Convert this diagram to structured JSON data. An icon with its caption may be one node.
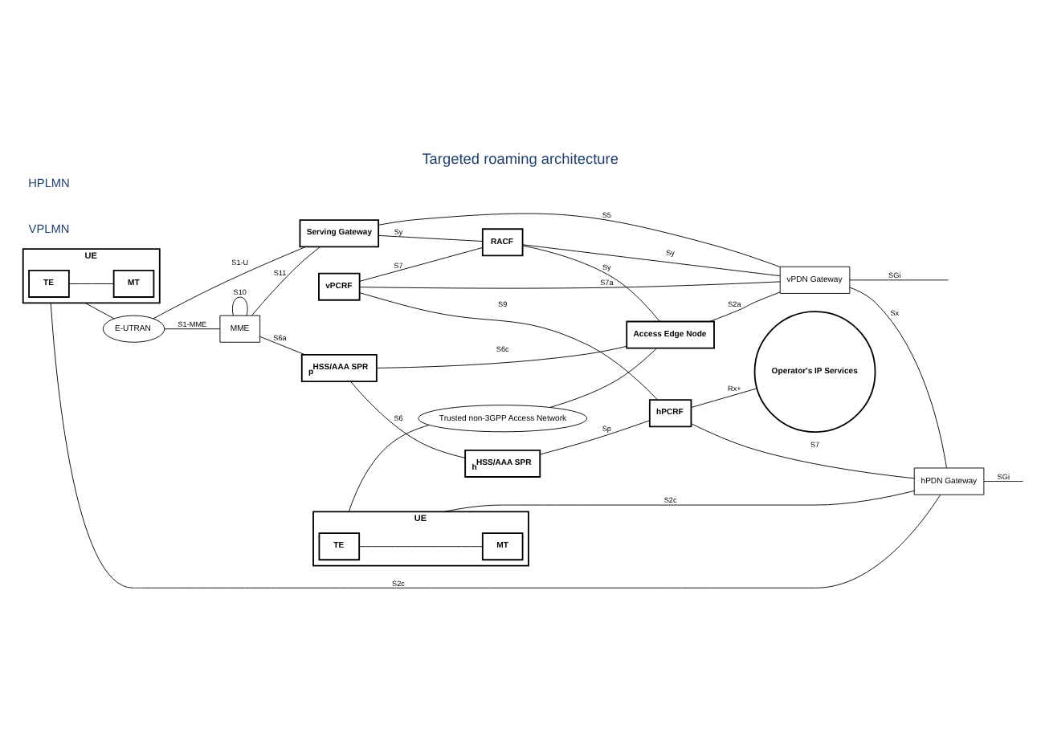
{
  "diagram": {
    "title": "Targeted roaming architecture",
    "nodes": [
      {
        "text": [
          "UE"
        ]
      },
      {
        "text": [
          "TE"
        ],
        "in": 0
      },
      {
        "text": [
          "MT"
        ],
        "in": 0
      },
      {
        "text": [
          "E-UTRAN"
        ]
      },
      {
        "text": [
          "MME"
        ]
      },
      {
        "text": [
          "$_{p}$HSS/AAA SPR"
        ]
      },
      {
        "text": [
          "$_{h}$HSS/AAA SPR"
        ]
      },
      {
        "text": [
          "Operator's IP Services"
        ]
      },
      {
        "text": [
          "Serving Gateway"
        ]
      },
      {
        "text": [
          "vPCRF"
        ]
      },
      {
        "text": [
          "hPCRF"
        ]
      },
      {
        "text": [
          "RACF"
        ]
      },
      {
        "text": [
          "vPDN Gateway"
        ]
      },
      {
        "text": [
          "hPDN Gateway"
        ]
      },
      {
        "text": [
          "UE"
        ]
      },
      {
        "text": [
          "TE"
        ],
        "in": 14
      },
      {
        "text": [
          "MT"
        ],
        "in": 14
      },
      {
        "text": [
          "Trusted non-3GPP Access Network"
        ]
      },
      {
        "text": [
          "Access Edge Node"
        ]
      }
    ],
    "edges": [
      {
        "from": 1,
        "to": 2,
        "arrow": "none"
      },
      {
        "from": 0,
        "to": 3,
        "arrow": "none"
      },
      {
        "from": 3,
        "to": 4,
        "label": "S1-MME",
        "arrow": "none"
      },
      {
        "from": 3,
        "to": 8,
        "label": "S1-U",
        "arrow": "none"
      },
      {
        "from": 4,
        "to": 4,
        "label": "S10",
        "arrow": "none"
      },
      {
        "from": 4,
        "to": 5,
        "label": "S6a",
        "arrow": "none"
      },
      {
        "from": 4,
        "to": 8,
        "label": "S11",
        "arrow": "none"
      },
      {
        "from": 5,
        "to": 6,
        "label": "S6",
        "arrow": "none"
      },
      {
        "from": 5,
        "to": 18,
        "label": "S6c",
        "arrow": "none"
      },
      {
        "from": 6,
        "to": 10,
        "label": "Sp",
        "arrow": "none"
      },
      {
        "from": 10,
        "to": 7,
        "label": "Rx+",
        "arrow": "none"
      },
      {
        "from": 9,
        "to": 10,
        "label": "S9",
        "arrow": "none"
      },
      {
        "from": 9,
        "to": 12,
        "label": "S7a",
        "arrow": "none"
      },
      {
        "from": 9,
        "to": 11,
        "label": "S7",
        "arrow": "none"
      },
      {
        "from": 10,
        "to": 13,
        "label": "S7",
        "arrow": "none"
      },
      {
        "from": 8,
        "to": 12,
        "label": "S5",
        "arrow": "none"
      },
      {
        "from": 8,
        "to": 11,
        "label": "Sy",
        "arrow": "none"
      },
      {
        "from": 11,
        "to": 12,
        "label": "Sy",
        "arrow": "none"
      },
      {
        "from": 11,
        "to": 18,
        "label": "Sy",
        "arrow": "none"
      },
      {
        "from": 18,
        "to": 12,
        "label": "S2a",
        "arrow": "none"
      },
      {
        "from": 0,
        "to": 13,
        "label": "S2c",
        "arrow": "none"
      },
      {
        "from": 12,
        "to": 13,
        "label": "Sx",
        "arrow": "none"
      },
      {
        "from": 12,
        "to": null,
        "label": "SGi",
        "arrow": "none"
      },
      {
        "from": 13,
        "to": null,
        "label": "SGi",
        "arrow": "none"
      },
      {
        "from": 14,
        "to": 17,
        "arrow": "none"
      },
      {
        "from": 15,
        "to": 16,
        "arrow": "none"
      },
      {
        "from": 17,
        "to": 18,
        "arrow": "none"
      },
      {
        "from": 14,
        "to": 13,
        "label": "S2c",
        "arrow": "none"
      }
    ],
    "labels": [
      "VPLMN",
      "HPLMN"
    ]
  }
}
